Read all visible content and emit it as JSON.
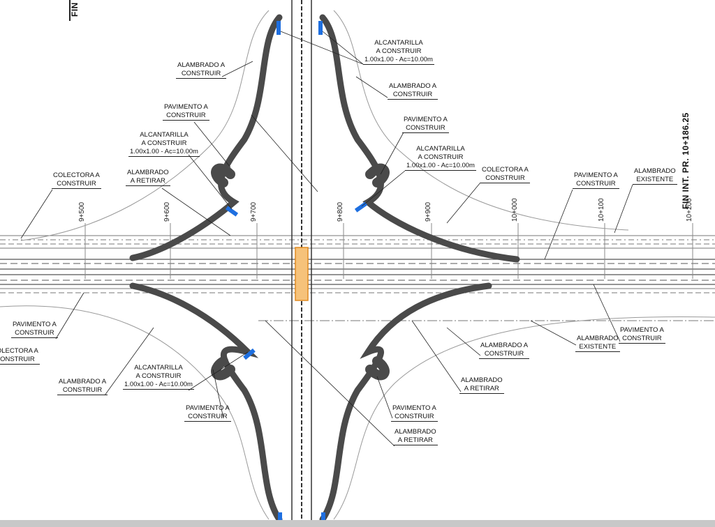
{
  "title_top": "FIN",
  "title_end": "FIN INT. PR. 10+186.25",
  "stations": [
    "9+500",
    "9+600",
    "9+700",
    "9+800",
    "9+900",
    "10+000",
    "10+100",
    "10+200"
  ],
  "labels": [
    [
      "ALAMBRADO A",
      "CONSTRUIR"
    ],
    [
      "ALCANTARILLA",
      "A CONSTRUIR",
      "1.00x1.00 - Ac=10.00m"
    ],
    [
      "ALAMBRADO A",
      "CONSTRUIR"
    ],
    [
      "PAVIMENTO A",
      "CONSTRUIR"
    ],
    [
      "PAVIMENTO A",
      "CONSTRUIR"
    ],
    [
      "ALCANTARILLA",
      "A CONSTRUIR",
      "1.00x1.00 - Ac=10.00m"
    ],
    [
      "ALCANTARILLA",
      "A CONSTRUIR",
      "1.00x1.00 - Ac=10.00m"
    ],
    [
      "COLECTORA A",
      "CONSTRUIR"
    ],
    [
      "ALAMBRADO",
      "A RETIRAR"
    ],
    [
      "COLECTORA A",
      "CONSTRUIR"
    ],
    [
      "PAVIMENTO A",
      "CONSTRUIR"
    ],
    [
      "ALAMBRADO",
      "EXISTENTE"
    ],
    [
      "PAVIMENTO A",
      "CONSTRUIR"
    ],
    [
      "COLECTORA A",
      "CONSTRUIR"
    ],
    [
      "ALAMBRADO A",
      "CONSTRUIR"
    ],
    [
      "ALCANTARILLA",
      "A CONSTRUIR",
      "1.00x1.00 - Ac=10.00m"
    ],
    [
      "PAVIMENTO A",
      "CONSTRUIR"
    ],
    [
      "ALAMBRADO A",
      "CONSTRUIR"
    ],
    [
      "ALAMBRADO",
      "EXISTENTE"
    ],
    [
      "PAVIMENTO A",
      "CONSTRUIR"
    ],
    [
      "ALAMBRADO",
      "A RETIRAR"
    ],
    [
      "PAVIMENTO A",
      "CONSTRUIR"
    ],
    [
      "ALAMBRADO",
      "A RETIRAR"
    ]
  ],
  "colors": {
    "ramp": "#4a4a4a",
    "culvert": "#1e6fe0",
    "bridge": "#f0a030",
    "line": "#555555"
  }
}
